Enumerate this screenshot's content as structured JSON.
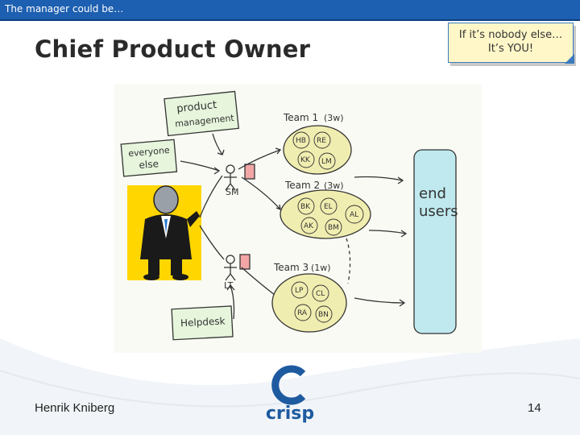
{
  "slide": {
    "header_text": "The manager could be…",
    "title": "Chief Product Owner",
    "note": {
      "line1": "If it’s nobody else…",
      "line2": "It’s YOU!"
    },
    "author": "Henrik Kniberg",
    "page_number": "14",
    "logo_text": "crisp"
  },
  "diagram": {
    "product_management_line1": "product",
    "product_management_line2": "management",
    "everyone_else_line1": "everyone",
    "everyone_else_line2": "else",
    "helpdesk": "Helpdesk",
    "sm_label": "SM",
    "lt_label": "LT",
    "end_users_line1": "end",
    "end_users_line2": "users",
    "teams": [
      {
        "label": "Team 1",
        "duration": "(3w)",
        "members": [
          "HB",
          "RE",
          "KK",
          "LM"
        ]
      },
      {
        "label": "Team 2",
        "duration": "(3w)",
        "members": [
          "BK",
          "EL",
          "AL",
          "AK",
          "BM"
        ]
      },
      {
        "label": "Team 3",
        "duration": "(1w)",
        "members": [
          "LP",
          "CL",
          "RA",
          "BN"
        ]
      }
    ]
  },
  "colors": {
    "header_bar": "#1d5fb0",
    "note_bg": "#fff7c8",
    "team_blob": "#f0edb0",
    "end_users_bar": "#bfe9ef",
    "logo_blue": "#1e5aa0"
  }
}
